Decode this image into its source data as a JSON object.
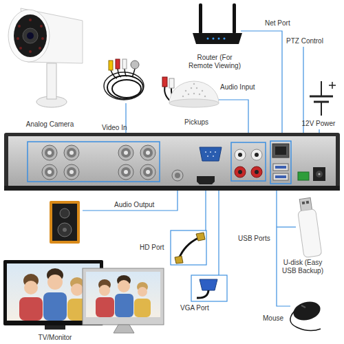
{
  "diagram": {
    "nodes": [
      {
        "text": [
          "Analog Camera"
        ]
      },
      {
        "text": [
          "Router (For Remote Viewing)"
        ]
      },
      {
        "text": [
          "Pickups"
        ]
      },
      {
        "text": [
          "12V Power"
        ]
      },
      {
        "text": [
          "U-disk (Easy USB Backup)"
        ]
      },
      {
        "text": [
          "TV/Monitor"
        ]
      },
      {
        "text": [
          "Mouse"
        ]
      }
    ],
    "labels": [
      "Video In",
      "Net Port",
      "PTZ Control",
      "Audio Input",
      "Audio Output",
      "HD Port",
      "USB Ports",
      "VGA Port"
    ]
  }
}
